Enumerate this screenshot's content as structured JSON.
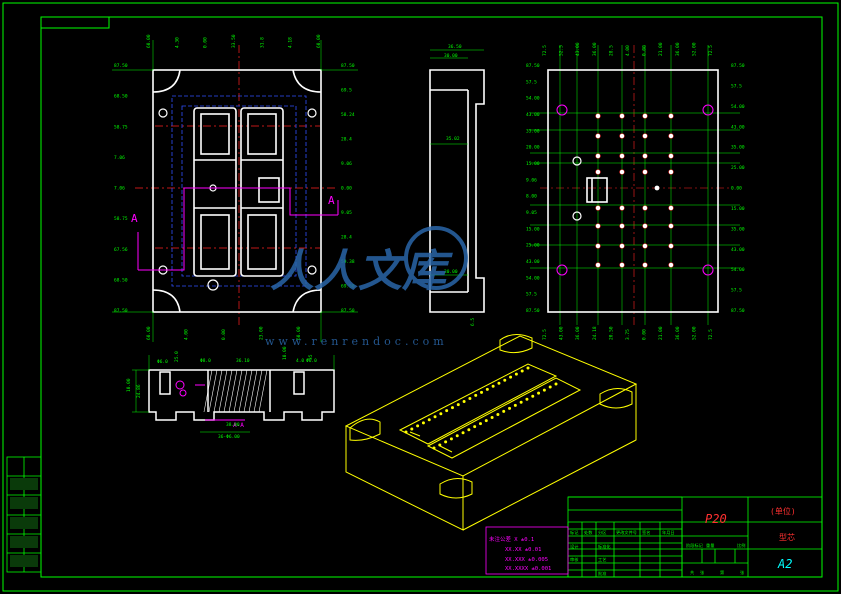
{
  "colors": {
    "background": "#000000",
    "border": "#00ff00",
    "outline": "#ffffff",
    "dimension": "#00ff00",
    "center": "#ff2020",
    "hidden": "#3050ff",
    "section": "#ff00ff",
    "iso": "#ffff00",
    "title_text": "#ff3030",
    "watermark": "#2a66a8"
  },
  "title_block": {
    "material": "P20",
    "unit": "(单位)",
    "drawing_name": "型芯",
    "sheet_size": "A2"
  },
  "tolerance_note": {
    "lines": [
      "未注公差 X ±0.1",
      "XX.XX ±0.01",
      "XX.XXX ±0.005",
      "XX.XXXX ±0.001"
    ]
  },
  "section_labels": {
    "left": "A",
    "right": "A",
    "view": "A-A"
  },
  "watermark": {
    "cn": "人人文库",
    "url": "www.renrendoc.com"
  },
  "front_view_dims": {
    "left": [
      "87.50",
      "68.50",
      "58.75",
      "7.06",
      "7.06",
      "58.75",
      "67.56",
      "68.50",
      "87.50"
    ],
    "right": [
      "87.50",
      "69.5",
      "58.24",
      "28.4",
      "9.06",
      "0.00",
      "9.05",
      "28.4",
      "59.38",
      "69.50",
      "87.50"
    ],
    "top": [
      "60.00",
      "4.30",
      "0.00",
      "33.50",
      "31.8",
      "4.18",
      "60.00"
    ],
    "bottom": [
      "60.00",
      "4.00",
      "0.00",
      "23.00",
      "60.00"
    ]
  },
  "side_view_dims": {
    "top": [
      "36.50",
      "30.00"
    ],
    "mid": [
      "35.02",
      "30.00"
    ],
    "bottom": [
      "6.5"
    ]
  },
  "hole_view_dims": {
    "left": [
      "87.50",
      "57.5",
      "54.00",
      "43.00",
      "35.00",
      "20.00",
      "15.00",
      "9.06",
      "8.00",
      "9.05",
      "15.00",
      "25.00",
      "43.00",
      "54.00",
      "57.5",
      "87.50"
    ],
    "right": [
      "87.50",
      "57.5",
      "54.00",
      "43.00",
      "35.00",
      "25.00",
      "0.00",
      "15.00",
      "35.00",
      "43.00",
      "54.00",
      "57.5",
      "87.50"
    ],
    "top": [
      "72.5",
      "52.5",
      "43.00",
      "36.00",
      "28.5",
      "4.00",
      "0.00",
      "21.00",
      "36.00",
      "52.00",
      "72.5"
    ],
    "bottom": [
      "72.5",
      "43.00",
      "36.00",
      "24.18",
      "20.50",
      "3.75",
      "0.00",
      "21.00",
      "36.00",
      "52.00",
      "72.5"
    ]
  },
  "section_view_dims": [
    "Φ6.0",
    "25.0",
    "Φ8.0",
    "10.00",
    "24.86",
    "36.10",
    "Φ6.0",
    "35",
    "38.00",
    "4.0",
    "10.00",
    "36-Φ6.00"
  ],
  "title_cells": [
    "标记",
    "处数",
    "分区",
    "更改文件号",
    "签名",
    "年月日",
    "设计",
    "标准化",
    "阶段标记",
    "重量",
    "比例",
    "审核",
    "工艺",
    "批准",
    "共",
    "张",
    "第",
    "张"
  ]
}
